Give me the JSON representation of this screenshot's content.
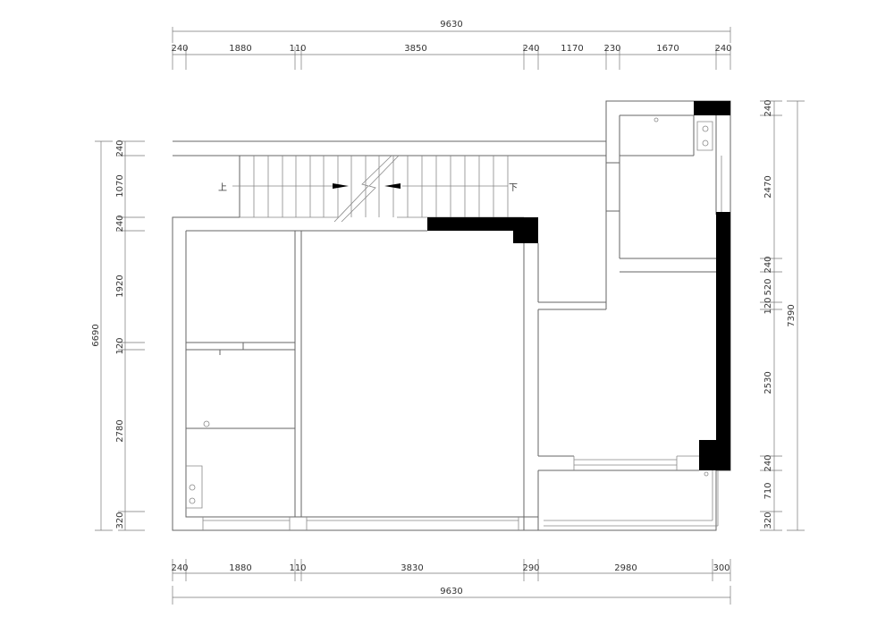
{
  "dimensions": {
    "top_total": "9630",
    "top_segments": [
      "240",
      "1880",
      "110",
      "3850",
      "240",
      "1170",
      "230",
      "1670",
      "240"
    ],
    "bottom_segments": [
      "240",
      "1880",
      "110",
      "3830",
      "290",
      "2980",
      "300"
    ],
    "bottom_total": "9630",
    "left_total": "6690",
    "left_segments": [
      "240",
      "1070",
      "240",
      "1920",
      "120",
      "2780",
      "320"
    ],
    "right_total": "7390",
    "right_segments": [
      "240",
      "2470",
      "240",
      "520",
      "120",
      "2530",
      "240",
      "710",
      "320"
    ]
  },
  "stair_labels": {
    "up": "上",
    "down": "下"
  }
}
